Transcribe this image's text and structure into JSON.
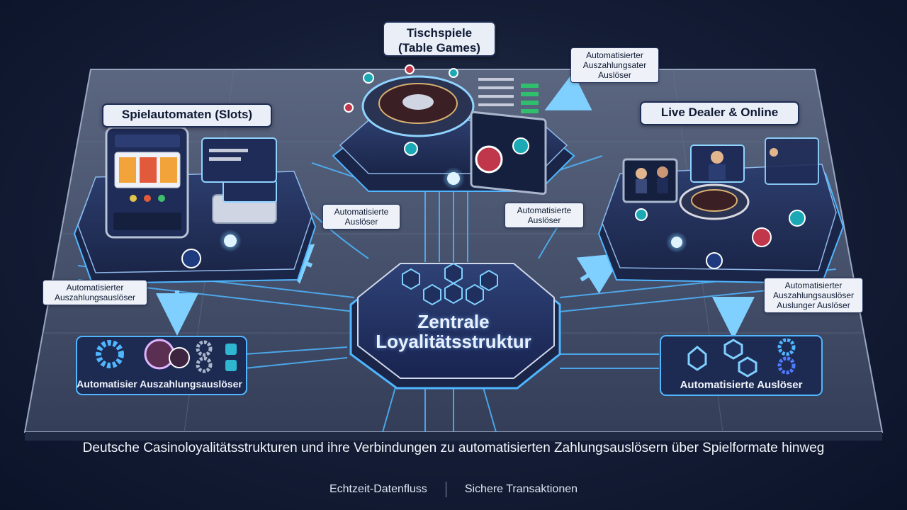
{
  "hub": {
    "line1": "Zentrale",
    "line2": "Loyalitätsstruktur"
  },
  "zones": {
    "table_games": {
      "title_line1": "Tischspiele",
      "title_line2": "(Table Games)"
    },
    "slots": {
      "title": "Spielautomaten (Slots)"
    },
    "live": {
      "title": "Live Dealer & Online"
    }
  },
  "tags": {
    "table_auto_payout": {
      "line1": "Automatisierter",
      "line2": "Auszahlungsater",
      "line3": "Auslöser"
    },
    "slots_auto_payout": {
      "line1": "Automatisierter",
      "line2": "Auszahlungsauslöser"
    },
    "live_auto_payout": {
      "line1": "Automatisierter",
      "line2": "Auszahlungsauslöser",
      "line3": "Auslunger Auslöser"
    },
    "center_left": {
      "line1": "Automatisierte",
      "line2": "Auslöser"
    },
    "center_right": {
      "line1": "Automatisierte",
      "line2": "Auslöser"
    }
  },
  "bottom_panels": {
    "left": {
      "label": "Automatisier Auszahlungsauslöser"
    },
    "right": {
      "label": "Automatisierte Auslöser"
    }
  },
  "caption": "Deutsche Casinoloyalitätsstrukturen und ihre Verbindungen zu automatisierten Zahlungsauslösern über Spielformate hinweg",
  "footer": {
    "left": "Echtzeit-Datenfluss",
    "right": "Sichere Transaktionen"
  },
  "colors": {
    "accent_blue": "#4fb6ff",
    "panel_navy": "#1c2a52",
    "chip_red": "#c0364a"
  }
}
